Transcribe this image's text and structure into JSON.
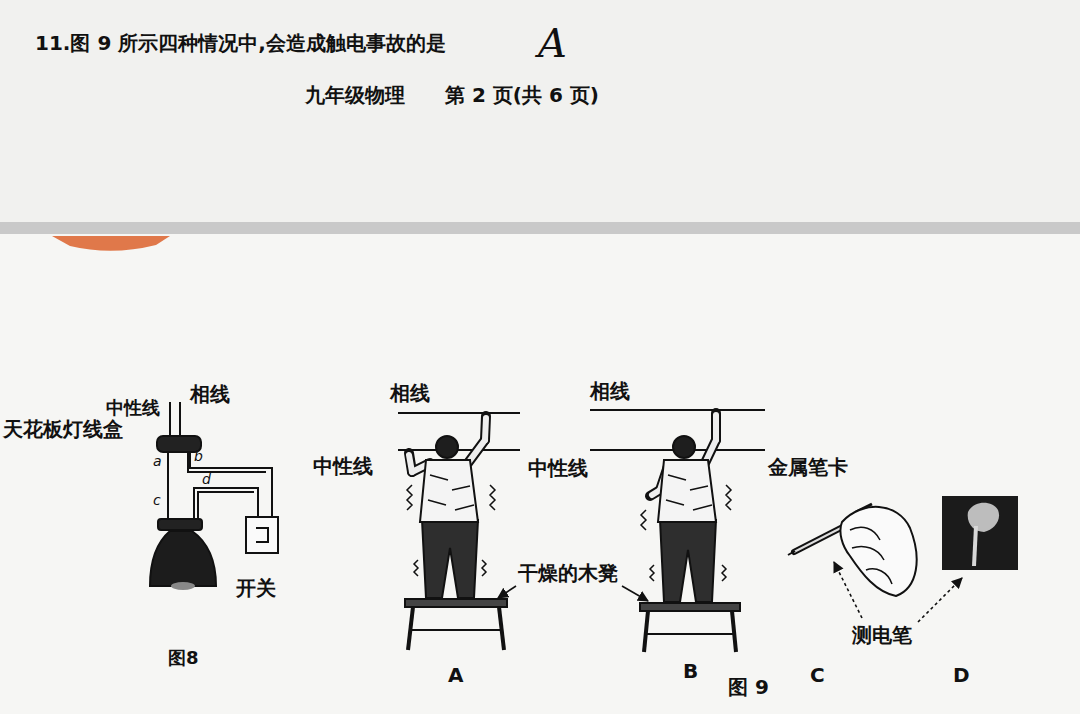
{
  "diagram": {
    "title": "11.图 9 所示四种情况中,会造成触电事故的是",
    "labels": [
      "A",
      "九年级物理　　第 2 页(共 6 页)",
      "中性线",
      "相线",
      "天花板灯线盒",
      "a",
      "b",
      "c",
      "d",
      "开关",
      "图8",
      "相线",
      "中性线",
      "相线",
      "中性线",
      "干燥的木凳",
      "金属笔卡",
      "测电笔",
      "A",
      "B",
      "图 9",
      "C",
      "D"
    ]
  }
}
